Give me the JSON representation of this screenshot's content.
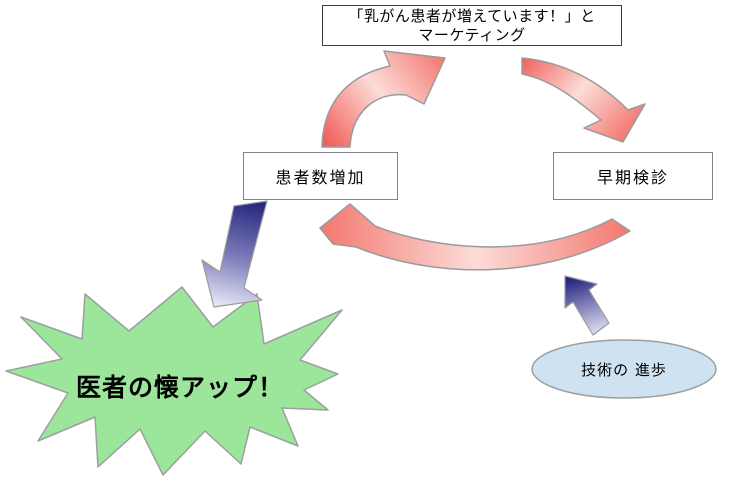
{
  "diagram": {
    "nodes": {
      "marketing": {
        "line1": "「乳がん患者が増えています！」と",
        "line2": "マーケティング"
      },
      "patients": {
        "label": "患者数増加"
      },
      "screening": {
        "label": "早期検診"
      },
      "profit": {
        "label": "医者の懐アップ！"
      },
      "technology": {
        "label": "技術の 進歩"
      }
    },
    "colors": {
      "red_deep": "#f2605a",
      "red_light": "#fcdcd8",
      "red_salmon": "#f3776f",
      "blue_dark": "#26267e",
      "blue_mid": "#8080bd",
      "blue_light": "#e6e6f8",
      "green_fill": "#9be69b",
      "ellipse_fill": "#cfe2f2",
      "outline_gray": "#9b9b9b"
    }
  }
}
